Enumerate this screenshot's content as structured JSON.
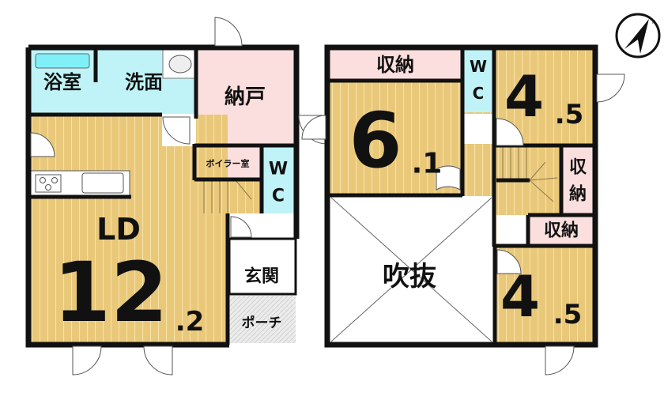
{
  "floor1": {
    "bath": "浴室",
    "washroom": "洗面",
    "storeroom": "納戸",
    "boiler": "ボイラー室",
    "wc": [
      "W",
      "C"
    ],
    "ld_label": "LD",
    "ld_size_main": "12",
    "ld_size_decimal": ".2",
    "entrance": "玄関",
    "porch": "ポーチ"
  },
  "floor2": {
    "storage_top": "収納",
    "room1_main": "6",
    "room1_decimal": ".1",
    "wc": [
      "W",
      "C"
    ],
    "room2_main": "4",
    "room2_decimal": ".5",
    "storage_right": [
      "収",
      "納"
    ],
    "storage_mid": "収納",
    "room3_main": "4",
    "room3_decimal": ".5",
    "void": "吹抜"
  },
  "compass": {
    "north": "N"
  },
  "colors": {
    "wood": "#e9c87a",
    "wet": "#bff3f7",
    "storage": "#fbdede",
    "porch": "#e4e4e4"
  }
}
